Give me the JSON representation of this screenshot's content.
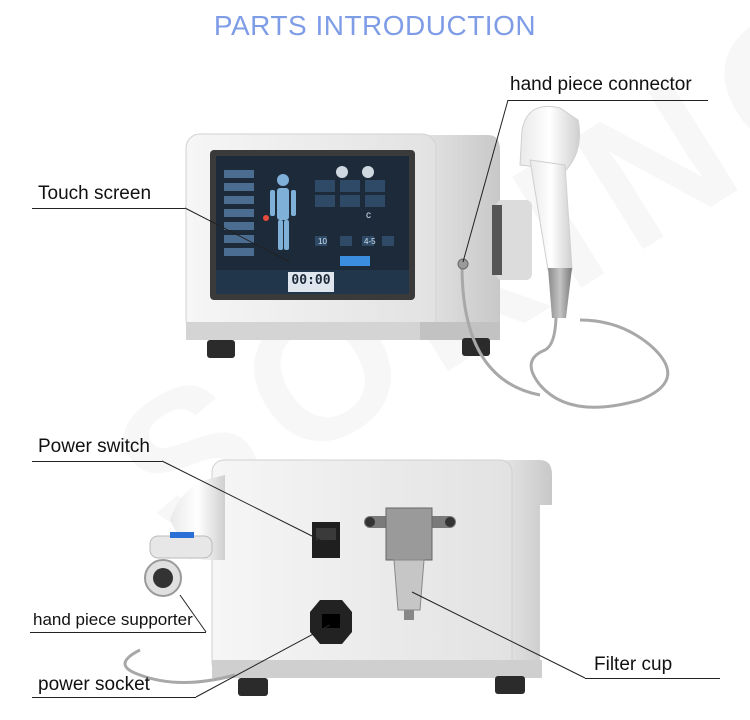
{
  "title": "PARTS INTRODUCTION",
  "labels": {
    "hand_piece_connector": "hand piece connector",
    "touch_screen": "Touch screen",
    "power_switch": "Power switch",
    "hand_piece_supporter": "hand piece supporter",
    "power_socket": "power socket",
    "filter_cup": "Filter cup"
  },
  "screen": {
    "timer": "00:00",
    "frequency": "10",
    "count": "4-5",
    "count_unit": "c"
  },
  "watermark": "SOKING",
  "colors": {
    "title": "#7f9de6",
    "device_body": "#eeeeee",
    "device_shadow": "#cfcfcf",
    "screen_bg": "#1c2a3a",
    "accent_blue": "#2a6fd6"
  }
}
